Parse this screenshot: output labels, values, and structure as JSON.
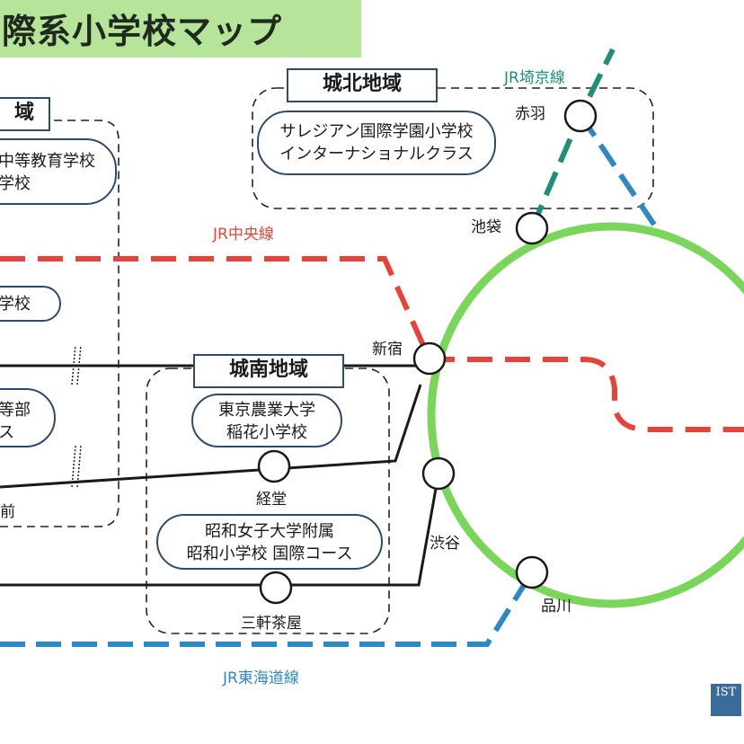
{
  "title": "際系小学校マップ",
  "regions": {
    "north": {
      "label": "城北地域"
    },
    "south": {
      "label": "城南地域"
    },
    "west": {
      "label": "域"
    }
  },
  "schools": {
    "salesian": [
      "サレジアン国際学園小学校",
      "インターナショナルクラス"
    ],
    "nodai": [
      "東京農業大学",
      "稲花小学校"
    ],
    "showa": [
      "昭和女子大学附属",
      "昭和小学校 国際コース"
    ],
    "west1": [
      "中等教育学校",
      "学校"
    ],
    "west2": [
      "学校"
    ],
    "west3": [
      "等部",
      "ス"
    ]
  },
  "stations": {
    "akabane": "赤羽",
    "ikebukuro": "池袋",
    "shinjuku": "新宿",
    "shibuya": "渋谷",
    "shinagawa": "品川",
    "kyodo": "経堂",
    "sangenjaya": "三軒茶屋",
    "west_partial": "前"
  },
  "lines": {
    "saikyo": {
      "label": "JR埼京線",
      "color": "#1f8f7a"
    },
    "chuo": {
      "label": "JR中央線",
      "color": "#e8433a"
    },
    "tokaido": {
      "label": "JR東海道線",
      "color": "#2e88c4"
    },
    "yamanote": {
      "color": "#7ad65a"
    },
    "private": {
      "color": "#1a1a1a"
    }
  },
  "logo": {
    "text": "IST"
  }
}
